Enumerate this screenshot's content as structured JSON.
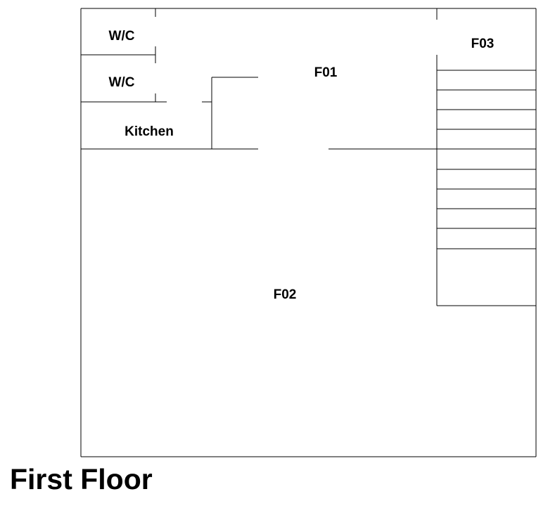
{
  "floor_plan": {
    "caption": "First Floor",
    "rooms": {
      "wc_upper": "W/C",
      "wc_lower": "W/C",
      "kitchen": "Kitchen",
      "f01": "F01",
      "f02": "F02",
      "f03": "F03"
    },
    "colors": {
      "line": "#000000",
      "background": "#ffffff"
    }
  }
}
